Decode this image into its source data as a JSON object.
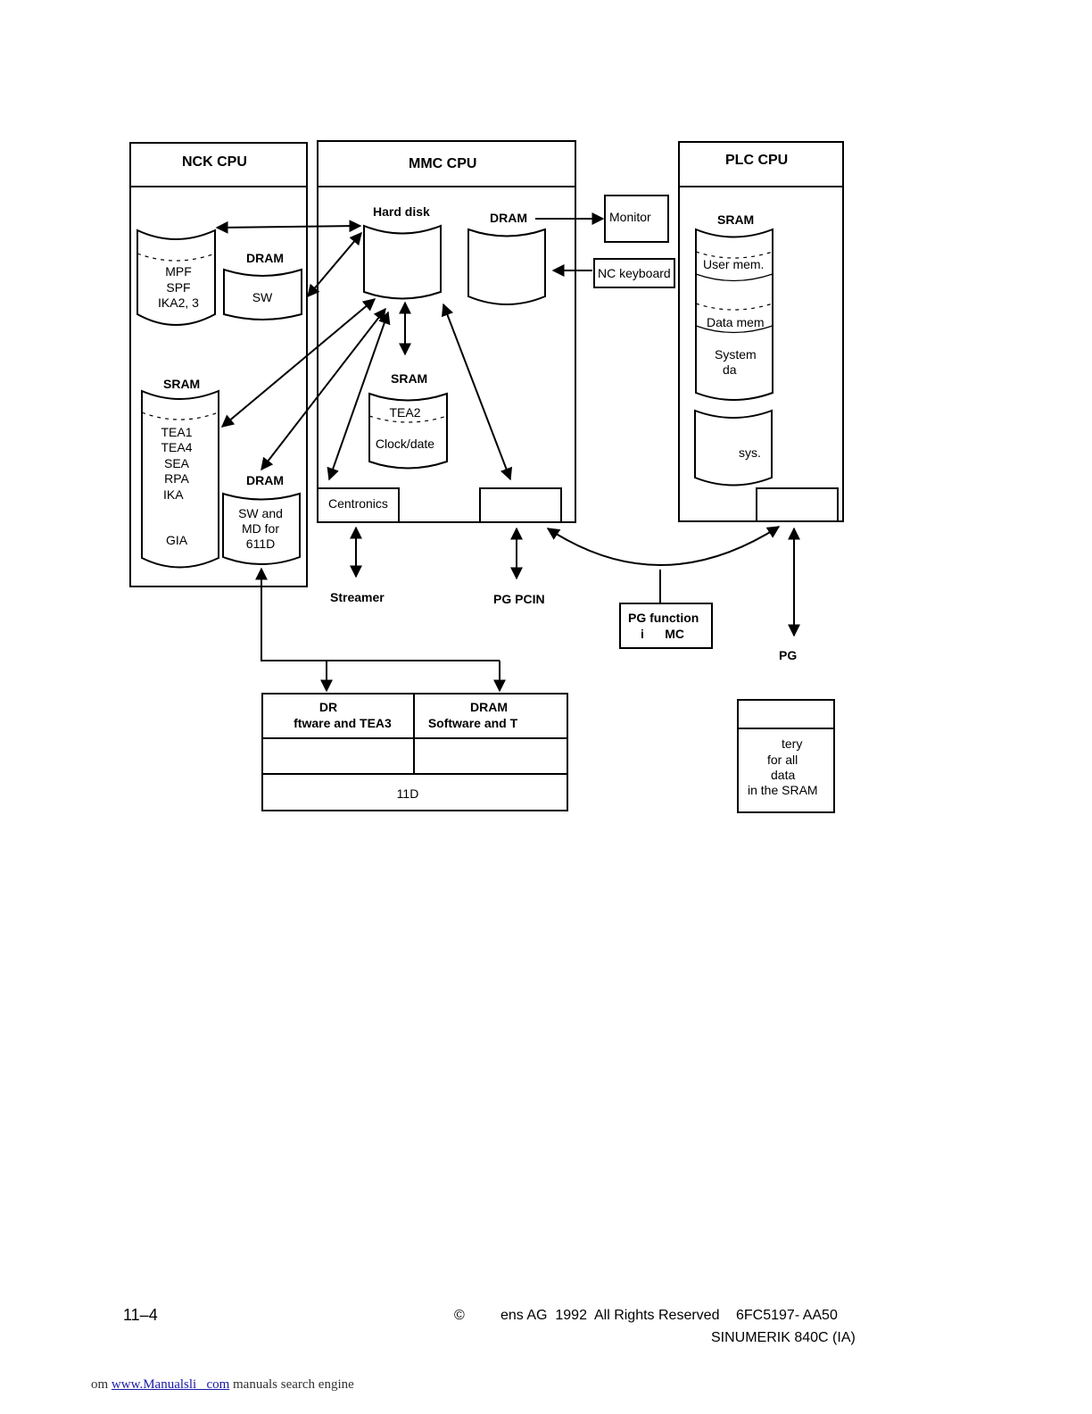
{
  "nck": {
    "title": "NCK CPU",
    "storage1_lines": [
      "MPF",
      "SPF",
      "IKA2, 3"
    ],
    "dram1_title": "DRAM",
    "dram1_label": "SW",
    "sram_title": "SRAM",
    "sram_lines": [
      "TEA1",
      "TEA4",
      "SEA",
      "RPA",
      "IKA"
    ],
    "sram_gia": "GIA",
    "dram2_title": "DRAM",
    "dram2_lines": [
      "SW and",
      "MD for",
      "611D"
    ]
  },
  "mmc": {
    "title": "MMC CPU",
    "harddisk_title": "Hard disk",
    "dram_title": "DRAM",
    "sram_title": "SRAM",
    "sram_top": "TEA2",
    "sram_bottom": "Clock/date",
    "centronics": "Centronics",
    "monitor": "Monitor",
    "nc_keyboard": "NC keyboard"
  },
  "plc": {
    "title": "PLC CPU",
    "sram_title": "SRAM",
    "user_mem": "User mem.",
    "data_mem": "Data mem",
    "system_lines": [
      "System",
      "da"
    ],
    "sys": "sys."
  },
  "external": {
    "streamer": "Streamer",
    "pg_pcin": "PG PCIN",
    "pg_function_lines": [
      "PG function",
      "i      MC"
    ],
    "pg": "PG"
  },
  "drive_table": {
    "col1_lines": [
      "DR",
      "ftware and TEA3"
    ],
    "col2_lines": [
      "DRAM",
      "Software and T"
    ],
    "bottom": "11D"
  },
  "battery": {
    "lines": [
      "tery",
      "for all",
      "data",
      "in the SRAM"
    ]
  },
  "footer": {
    "page_number": "11–4",
    "copyright_symbol": "©",
    "copyright": "ens AG  1992  All Rights Reserved",
    "order_no": "6FC5197- AA50",
    "product": "SINUMERIK 840C (IA)"
  },
  "source_line": {
    "prefix": "om",
    "link": "www.Manualsli   com",
    "suffix": "manuals search engine"
  }
}
